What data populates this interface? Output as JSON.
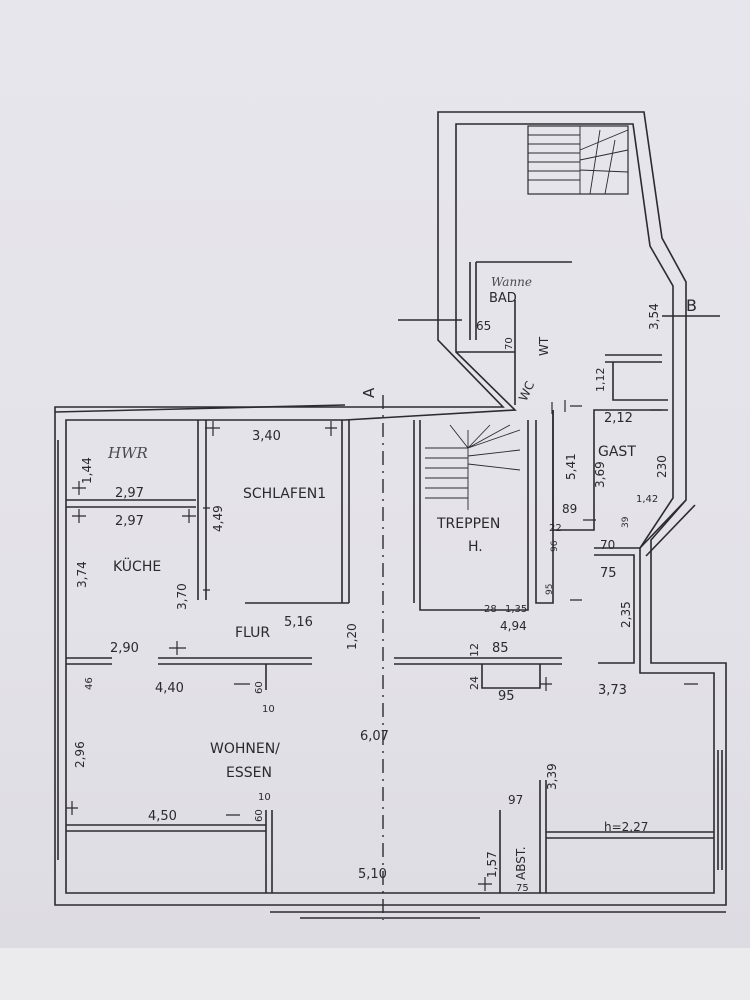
{
  "colors": {
    "ink": "#2b2b30",
    "paper": "#e5e4ea",
    "faint": "#8a8a90"
  },
  "section_markers": {
    "a": "A",
    "b": "B"
  },
  "rooms": {
    "hwr": "HWR",
    "kueche": "KÜCHE",
    "schlafen": "SCHLAFEN1",
    "treppen_line1": "TREPPEN",
    "treppen_line2": "H.",
    "flur": "FLUR",
    "wohnen_line1": "WOHNEN/",
    "wohnen_line2": "ESSEN",
    "gast": "GAST",
    "bad": "BAD",
    "wanne": "Wanne",
    "wt": "WT",
    "wc": "WC",
    "abst": "ABST."
  },
  "dimensions": {
    "d340": "3,40",
    "d144": "1,44",
    "d297a": "2,97",
    "d297b": "2,97",
    "d449": "4,49",
    "d374": "3,74",
    "d370": "3,70",
    "d516": "5,16",
    "d120": "1,20",
    "d135": "1,35",
    "d28": "28",
    "d494": "4,94",
    "d290": "2,90",
    "d440": "4,40",
    "d60a": "60",
    "d10a": "10",
    "d46": "46",
    "d296": "2,96",
    "d607": "6,07",
    "d450": "4,50",
    "d60b": "60",
    "d10b": "10",
    "d510": "5,10",
    "d157": "1,57",
    "d97": "97",
    "d75b": "75",
    "d339": "3,39",
    "h": "h=2,27",
    "d373": "3,73",
    "d95a": "95",
    "d24": "24",
    "d12": "12",
    "d85": "85",
    "d235": "2,35",
    "d75a": "75",
    "d70b": "70",
    "d89": "89",
    "d22": "22",
    "d96": "96",
    "d95b": "95",
    "d541": "5,41",
    "d369": "3,69",
    "d212": "2,12",
    "d230": "230",
    "d142": "1,42",
    "d39": "39",
    "d112": "1,12",
    "d65": "65",
    "d70a": "70",
    "d354": "3,54"
  }
}
